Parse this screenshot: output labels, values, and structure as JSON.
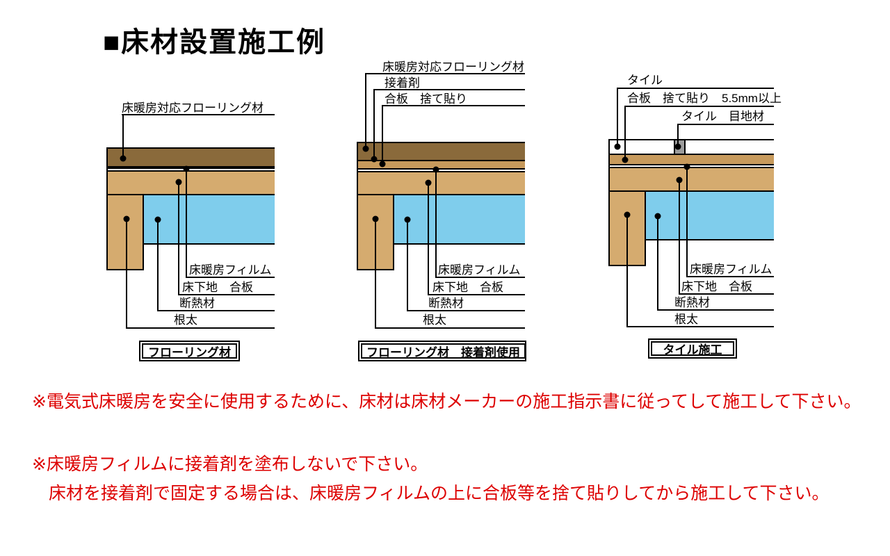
{
  "title": "■床材設置施工例",
  "colors": {
    "flooring": "#8a6a3b",
    "wood_tan": "#d5ab6f",
    "plywood_band": "#c79a5c",
    "insulation_blue": "#7fcdec",
    "grout_gray": "#9c9c9c",
    "note_red": "#dd0000"
  },
  "diagrams": [
    {
      "caption": "フローリング材",
      "labels": {
        "flooring": "床暖房対応フローリング材",
        "film": "床暖房フィルム",
        "subfloor": "床下地　合板",
        "insulation": "断熱材",
        "joist": "根太"
      }
    },
    {
      "caption": "フローリング材　接着剤使用",
      "labels": {
        "flooring": "床暖房対応フローリング材",
        "adhesive": "接着剤",
        "plywood": "合板　捨て貼り",
        "film": "床暖房フィルム",
        "subfloor": "床下地　合板",
        "insulation": "断熱材",
        "joist": "根太"
      }
    },
    {
      "caption": "タイル施工",
      "labels": {
        "tile": "タイル",
        "plywood": "合板　捨て貼り　5.5mm以上",
        "grout": "タイル　目地材",
        "film": "床暖房フィルム",
        "subfloor": "床下地　合板",
        "insulation": "断熱材",
        "joist": "根太"
      }
    }
  ],
  "notes": [
    "※電気式床暖房を安全に使用するために、床材は床材メーカーの施工指示書に従ってして施工して下さい。",
    "※床暖房フィルムに接着剤を塗布しないで下さい。",
    "床材を接着剤で固定する場合は、床暖房フィルムの上に合板等を捨て貼りしてから施工して下さい。"
  ]
}
